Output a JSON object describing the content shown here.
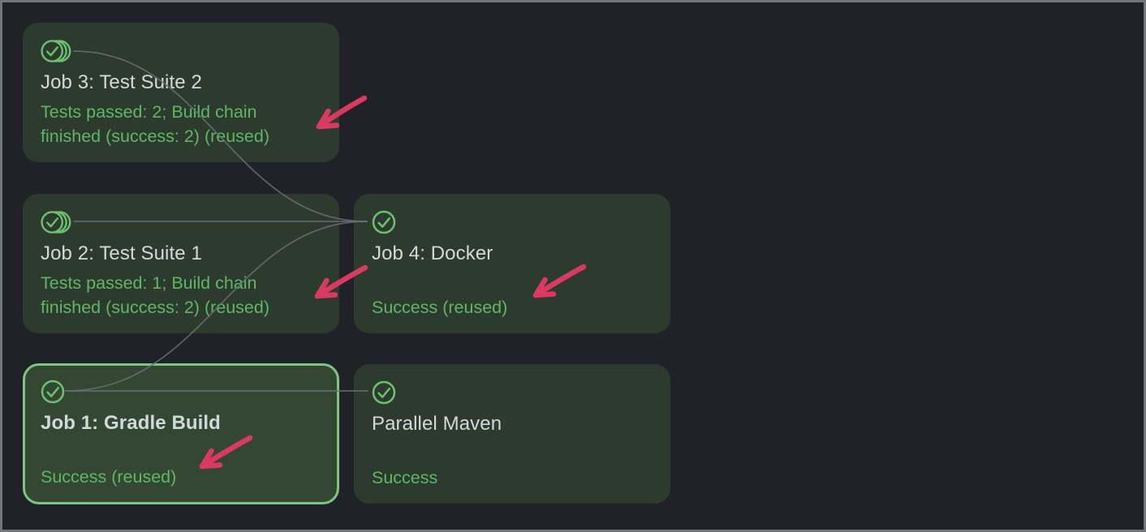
{
  "colors": {
    "background": "#202227",
    "frame_border": "#757679",
    "card_background": "#2d3b2e",
    "card_selected_background": "#344732",
    "card_selected_border": "#7dc580",
    "title_text": "#d3d8dd",
    "status_text": "#5fb766",
    "success_icon": "#6cc170",
    "connector_line": "#6b6f75",
    "annotation_arrow": "#da3a62"
  },
  "cards": [
    {
      "id": "job3",
      "title": "Job 3: Test Suite 2",
      "status_lines": [
        "Tests passed: 2; Build chain",
        "finished (success: 2) (reused)"
      ],
      "icon": "success-reused-icon",
      "selected": false
    },
    {
      "id": "job2",
      "title": "Job 2: Test Suite 1",
      "status_lines": [
        "Tests passed: 1; Build chain",
        "finished (success: 2) (reused)"
      ],
      "icon": "success-reused-icon",
      "selected": false
    },
    {
      "id": "job4",
      "title": "Job 4: Docker",
      "status_lines": [
        "Success (reused)"
      ],
      "icon": "success-icon",
      "selected": false
    },
    {
      "id": "job1",
      "title": "Job 1: Gradle Build",
      "status_lines": [
        "Success (reused)"
      ],
      "icon": "success-icon",
      "selected": true
    },
    {
      "id": "parallel_maven",
      "title": "Parallel Maven",
      "status_lines": [
        "Success"
      ],
      "icon": "success-icon",
      "selected": false
    }
  ],
  "edges": [
    {
      "from": "Job 3: Test Suite 2",
      "to": "Job 4: Docker"
    },
    {
      "from": "Job 2: Test Suite 1",
      "to": "Job 4: Docker"
    },
    {
      "from": "Job 1: Gradle Build",
      "to": "Job 4: Docker"
    },
    {
      "from": "Job 1: Gradle Build",
      "to": "Parallel Maven"
    }
  ],
  "annotations": {
    "arrow_color": "#da3a62",
    "arrows": [
      {
        "points_at": "Job 3 status text"
      },
      {
        "points_at": "Job 2 status text"
      },
      {
        "points_at": "Job 4 status text"
      },
      {
        "points_at": "Job 1 status text"
      }
    ]
  }
}
